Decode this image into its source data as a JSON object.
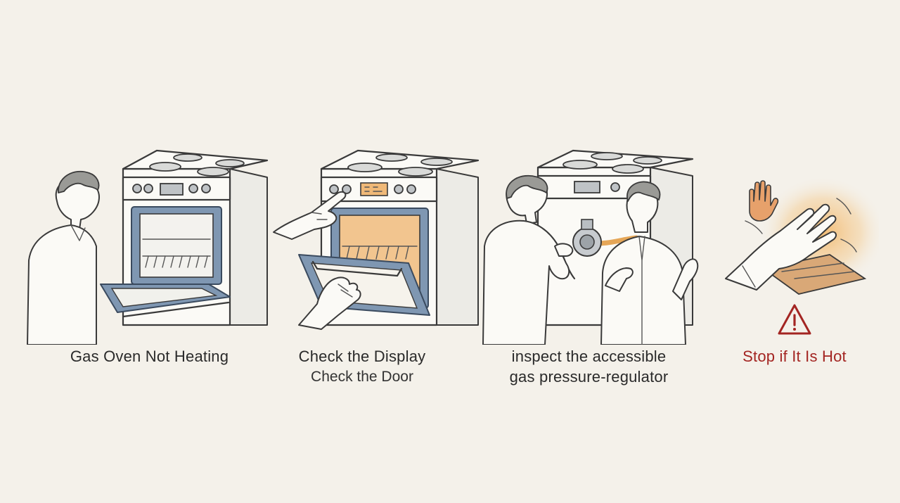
{
  "steps": [
    {
      "title": "Gas Oven Not Heating",
      "subtitle": ""
    },
    {
      "title": "Check the Display",
      "subtitle": "Check the Door"
    },
    {
      "title": "inspect the accessible",
      "subtitle": "gas pressure-regulator"
    },
    {
      "title": "Stop if It Is Hot",
      "subtitle": ""
    }
  ],
  "colors": {
    "background": "#f4f1ea",
    "warning": "#a32522",
    "heat_glow": "#f1b25f",
    "door_frame": "#7f97b2"
  },
  "icons": [
    "oven-icon",
    "hand-icon",
    "gas-regulator-icon",
    "stop-hand-icon",
    "warning-triangle-icon"
  ]
}
